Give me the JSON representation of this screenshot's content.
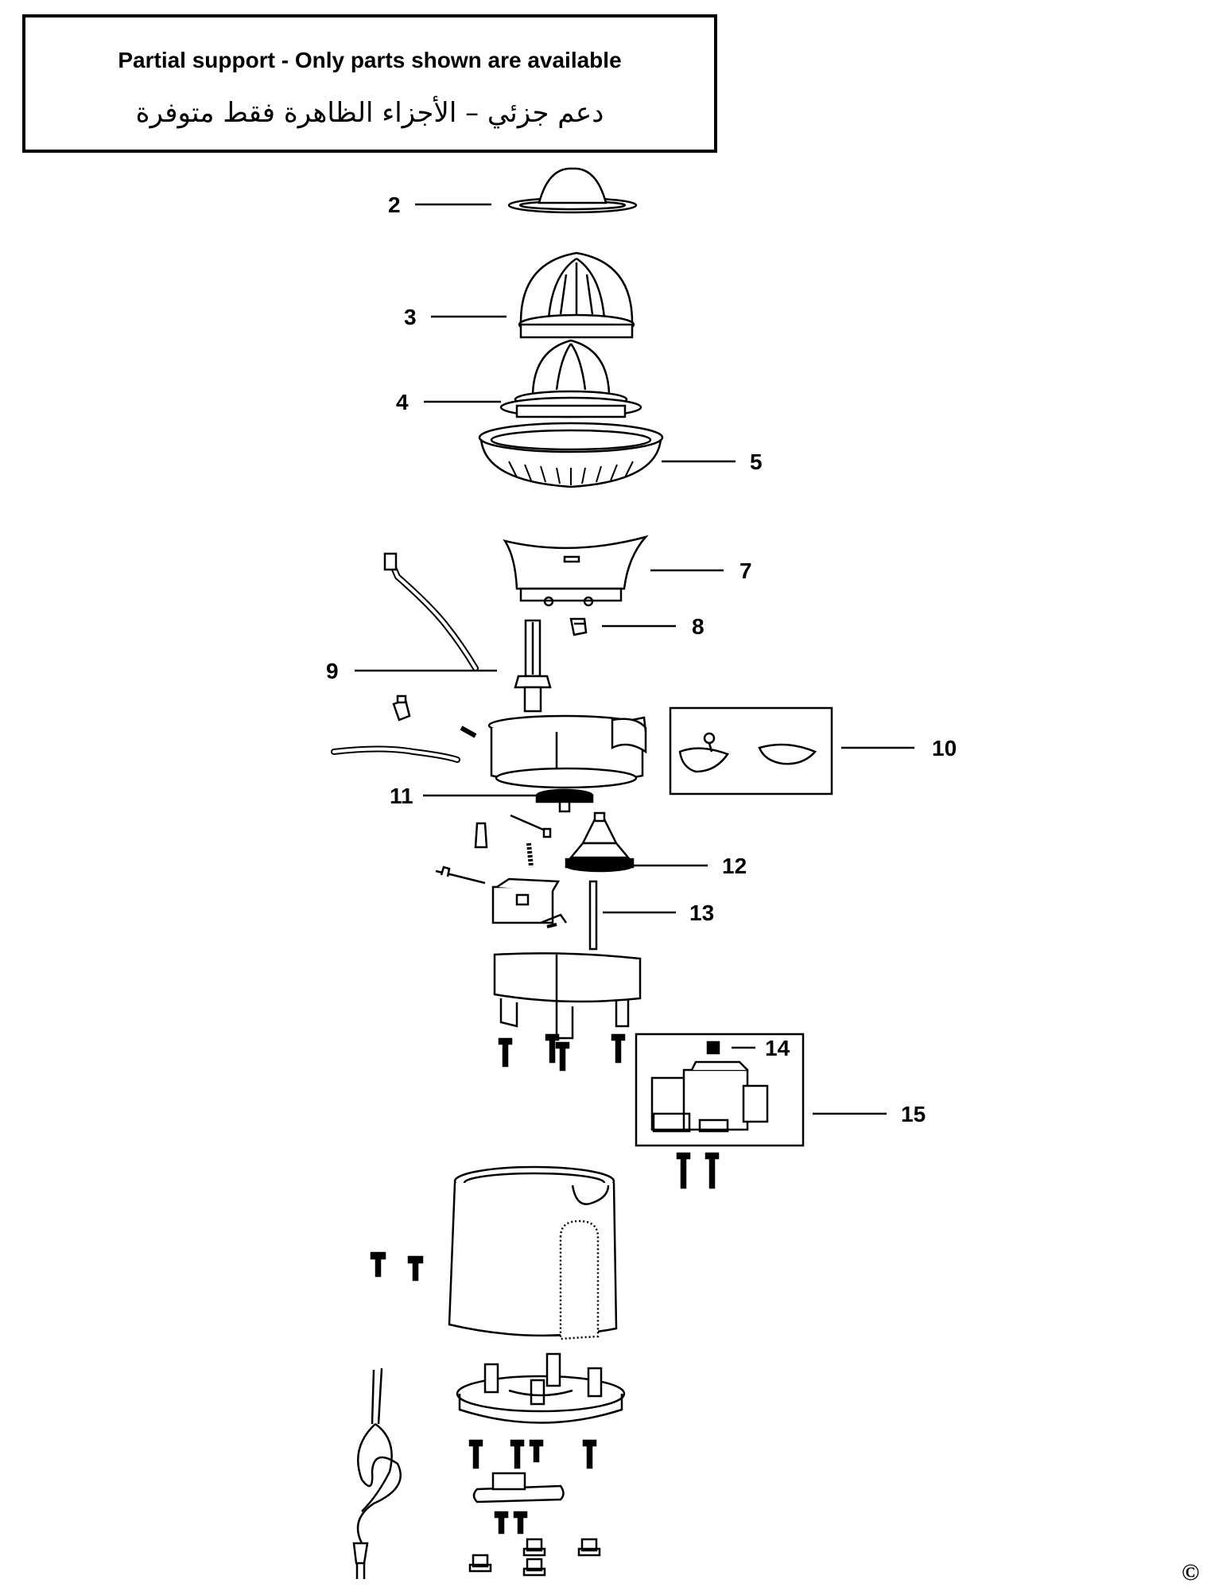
{
  "notice": {
    "english": "Partial support - Only parts shown are available",
    "arabic": "دعم جزئي – الأجزاء الظاهرة فقط متوفرة"
  },
  "callouts": {
    "p2": "2",
    "p3": "3",
    "p4": "4",
    "p5": "5",
    "p7": "7",
    "p8": "8",
    "p9": "9",
    "p10": "10",
    "p11": "11",
    "p12": "12",
    "p13": "13",
    "p14": "14",
    "p15": "15"
  },
  "copyright": "©"
}
